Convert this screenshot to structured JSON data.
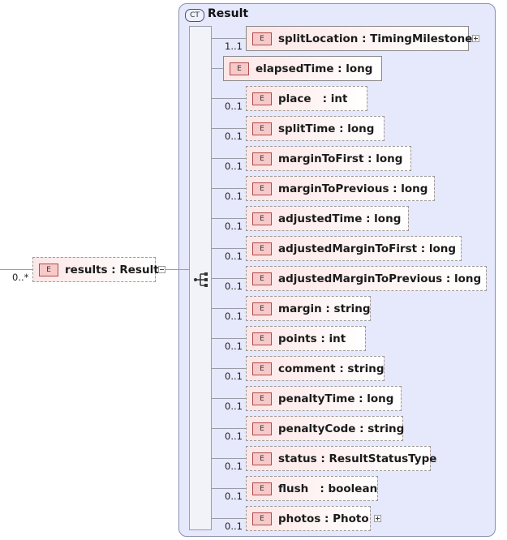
{
  "root": {
    "cardinality": "0..*",
    "badge": "E",
    "label": "results : Result"
  },
  "complex_type": {
    "badge": "CT",
    "title": "Result"
  },
  "elements": [
    {
      "badge": "E",
      "label": "splitLocation : TimingMilestones",
      "cardinality": "1..1",
      "expandable": true
    },
    {
      "badge": "E",
      "label": "elapsedTime : long",
      "cardinality": "",
      "expandable": false
    },
    {
      "badge": "E",
      "label": "place   : int",
      "cardinality": "0..1",
      "expandable": false
    },
    {
      "badge": "E",
      "label": "splitTime : long",
      "cardinality": "0..1",
      "expandable": false
    },
    {
      "badge": "E",
      "label": "marginToFirst : long",
      "cardinality": "0..1",
      "expandable": false
    },
    {
      "badge": "E",
      "label": "marginToPrevious : long",
      "cardinality": "0..1",
      "expandable": false
    },
    {
      "badge": "E",
      "label": "adjustedTime : long",
      "cardinality": "0..1",
      "expandable": false
    },
    {
      "badge": "E",
      "label": "adjustedMarginToFirst : long",
      "cardinality": "0..1",
      "expandable": false
    },
    {
      "badge": "E",
      "label": "adjustedMarginToPrevious : long",
      "cardinality": "0..1",
      "expandable": false
    },
    {
      "badge": "E",
      "label": "margin : string",
      "cardinality": "0..1",
      "expandable": false
    },
    {
      "badge": "E",
      "label": "points : int",
      "cardinality": "0..1",
      "expandable": false
    },
    {
      "badge": "E",
      "label": "comment : string",
      "cardinality": "0..1",
      "expandable": false
    },
    {
      "badge": "E",
      "label": "penaltyTime : long",
      "cardinality": "0..1",
      "expandable": false
    },
    {
      "badge": "E",
      "label": "penaltyCode : string",
      "cardinality": "0..1",
      "expandable": false
    },
    {
      "badge": "E",
      "label": "status : ResultStatusType",
      "cardinality": "0..1",
      "expandable": false
    },
    {
      "badge": "E",
      "label": "flush   : boolean",
      "cardinality": "0..1",
      "expandable": false
    },
    {
      "badge": "E",
      "label": "photos : Photo",
      "cardinality": "0..1",
      "expandable": true
    }
  ]
}
